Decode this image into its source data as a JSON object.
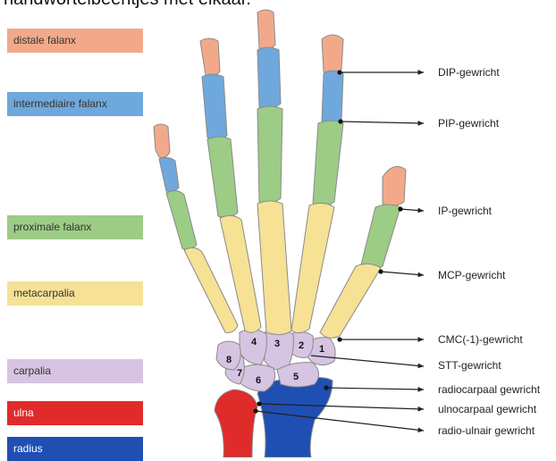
{
  "header": {
    "partial_title": "handwortelbeentjes met elkaar."
  },
  "legend": [
    {
      "label": "distale falanx",
      "color": "#f2a98a",
      "light": false
    },
    {
      "label": "intermediaire falanx",
      "color": "#6fa8dc",
      "light": false
    },
    {
      "label": "proximale falanx",
      "color": "#9ccc85",
      "light": false
    },
    {
      "label": "metacarpalia",
      "color": "#f6e195",
      "light": false
    },
    {
      "label": "carpalia",
      "color": "#d7c4e2",
      "light": false
    },
    {
      "label": "ulna",
      "color": "#e02b2b",
      "light": true
    },
    {
      "label": "radius",
      "color": "#1f4fb3",
      "light": true
    }
  ],
  "joints": [
    {
      "label": "DIP-gewricht"
    },
    {
      "label": "PIP-gewricht"
    },
    {
      "label": "IP-gewricht"
    },
    {
      "label": "MCP-gewricht"
    },
    {
      "label": "CMC(-1)-gewricht"
    },
    {
      "label": "STT-gewricht"
    },
    {
      "label": "radiocarpaal gewricht"
    },
    {
      "label": "ulnocarpaal gewricht"
    },
    {
      "label": "radio-ulnair gewricht"
    }
  ],
  "carpal_numbers": [
    "1",
    "2",
    "3",
    "4",
    "5",
    "6",
    "7",
    "8"
  ],
  "colors": {
    "distal": "#f2a98a",
    "intermediate": "#6fa8dc",
    "proximal": "#9ccc85",
    "metacarpal": "#f6e195",
    "carpal": "#d7c4e2",
    "ulna": "#e02b2b",
    "radius": "#1f4fb3",
    "outline": "#8a8a8a"
  }
}
